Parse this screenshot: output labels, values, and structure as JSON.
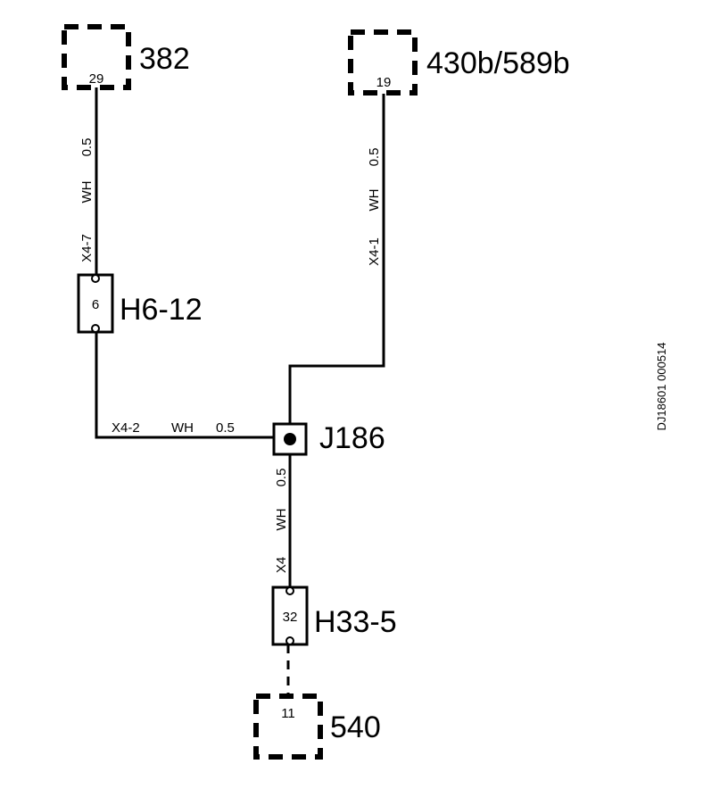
{
  "components": {
    "c382": {
      "pin": "29",
      "label": "382"
    },
    "c430": {
      "pin": "19",
      "label": "430b/589b"
    },
    "h612": {
      "pin": "6",
      "label": "H6-12"
    },
    "j186": {
      "label": "J186"
    },
    "h335": {
      "pin": "32",
      "label": "H33-5"
    },
    "c540": {
      "pin": "11",
      "label": "540"
    }
  },
  "wires": {
    "w382_h612": {
      "size": "0.5",
      "color": "WH",
      "circuit": "X4-7"
    },
    "w430_j186": {
      "size": "0.5",
      "color": "WH",
      "circuit": "X4-1"
    },
    "w_h612_j186": {
      "circuit": "X4-2",
      "color": "WH",
      "size": "0.5"
    },
    "w_j186_h335": {
      "size": "0.5",
      "color": "WH",
      "circuit": "X4"
    }
  },
  "doc_id": "DJ18601 000514"
}
